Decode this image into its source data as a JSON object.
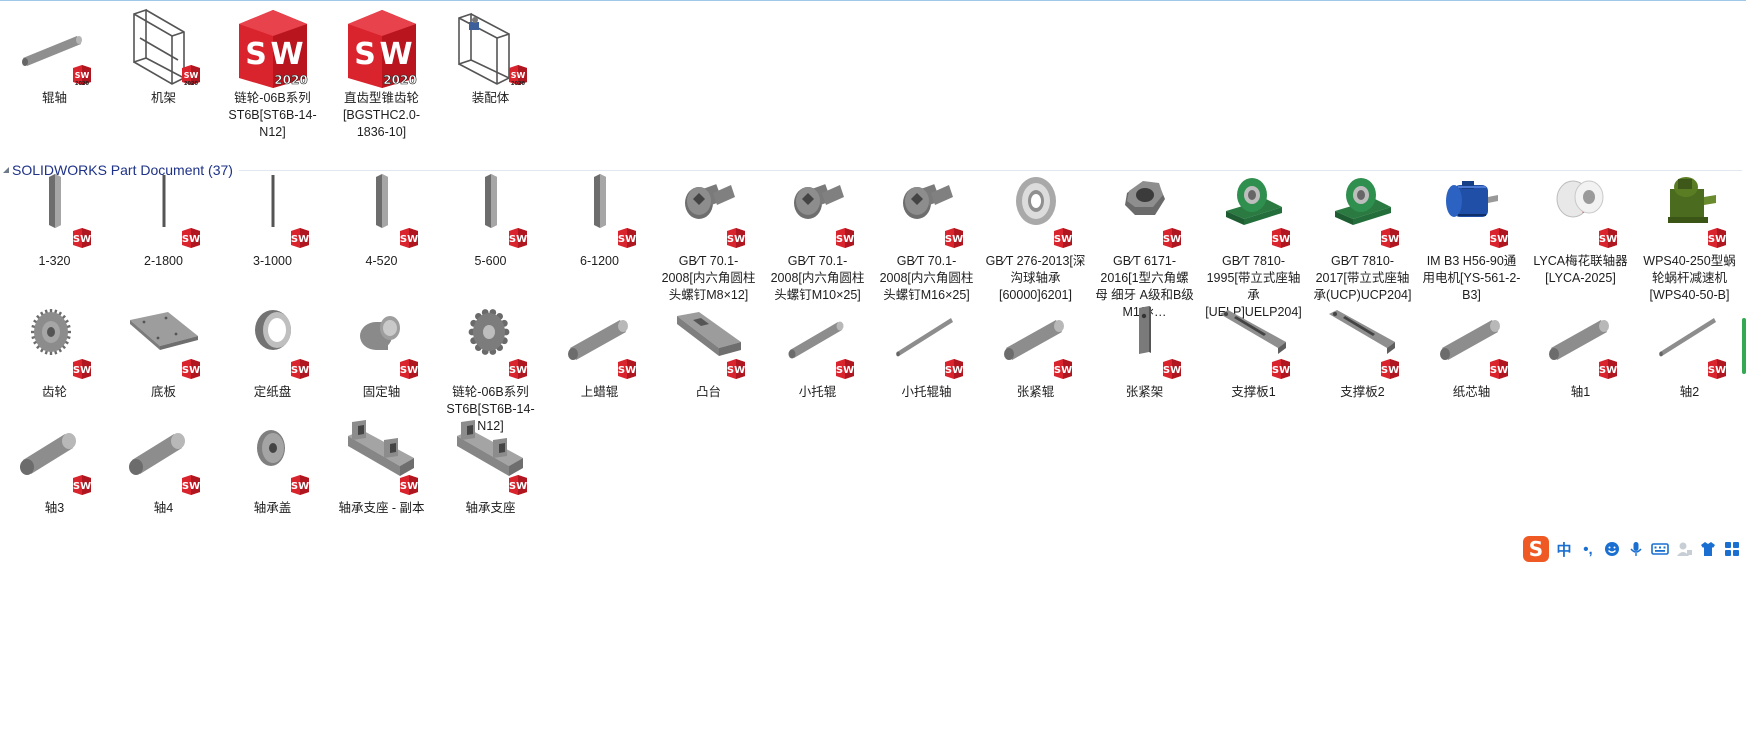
{
  "group": {
    "title": "SOLIDWORKS Part Document (37)"
  },
  "badge_year": "2020",
  "badge_text": "SW",
  "top_items": [
    {
      "label": "辊轴",
      "icon": "roller-shaft-icon",
      "kind": "asm_small"
    },
    {
      "label": "机架",
      "icon": "frame-icon",
      "kind": "asm_small"
    },
    {
      "label": "链轮-06B系列ST6B[ST6B-14-N12]",
      "icon": "sw2020-logo-icon",
      "kind": "big"
    },
    {
      "label": "直齿型锥齿轮[BGSTHC2.0-1836-10]",
      "icon": "sw2020-logo-icon",
      "kind": "big"
    },
    {
      "label": "装配体",
      "icon": "assembly-icon",
      "kind": "asm_small"
    }
  ],
  "row1": [
    {
      "label": "1-320",
      "icon": "bar-icon"
    },
    {
      "label": "2-1800",
      "icon": "thin-bar-icon"
    },
    {
      "label": "3-1000",
      "icon": "thin-bar-icon"
    },
    {
      "label": "4-520",
      "icon": "bar-icon"
    },
    {
      "label": "5-600",
      "icon": "bar-icon"
    },
    {
      "label": "6-1200",
      "icon": "bar-icon"
    },
    {
      "label": "GB∕T 70.1-2008[内六角圆柱头螺钉M8×12]",
      "icon": "socket-screw-icon"
    },
    {
      "label": "GB∕T 70.1-2008[内六角圆柱头螺钉M10×25]",
      "icon": "socket-screw-icon"
    },
    {
      "label": "GB∕T 70.1-2008[内六角圆柱头螺钉M16×25]",
      "icon": "socket-screw-icon"
    },
    {
      "label": "GB∕T 276-2013[深沟球轴承[60000]6201]",
      "icon": "bearing-icon"
    },
    {
      "label": "GB∕T 6171-2016[1型六角螺母 细牙 A级和B级M16×…",
      "icon": "hex-nut-icon"
    },
    {
      "label": "GB∕T 7810-1995[带立式座轴承[UELP]UELP204]",
      "icon": "pillow-block-icon"
    },
    {
      "label": "GB∕T 7810-2017[带立式座轴承(UCP)UCP204]",
      "icon": "pillow-block-icon"
    },
    {
      "label": "IM B3 H56-90通用电机[YS-561-2-B3]",
      "icon": "motor-icon"
    },
    {
      "label": "LYCA梅花联轴器[LYCA-2025]",
      "icon": "coupling-icon"
    },
    {
      "label": "WPS40-250型蜗轮蜗杆减速机[WPS40-50-B]",
      "icon": "gear-reducer-icon"
    }
  ],
  "row2": [
    {
      "label": "齿轮",
      "icon": "gear-icon"
    },
    {
      "label": "底板",
      "icon": "plate-icon"
    },
    {
      "label": "定纸盘",
      "icon": "ring-icon"
    },
    {
      "label": "固定轴",
      "icon": "stepped-shaft-icon"
    },
    {
      "label": "链轮-06B系列ST6B[ST6B-14-N12]",
      "icon": "sprocket-icon"
    },
    {
      "label": "上蜡辊",
      "icon": "roller-icon"
    },
    {
      "label": "凸台",
      "icon": "boss-icon"
    },
    {
      "label": "小托辊",
      "icon": "small-roller-icon"
    },
    {
      "label": "小托辊轴",
      "icon": "thin-shaft-icon"
    },
    {
      "label": "张紧辊",
      "icon": "roller-icon"
    },
    {
      "label": "张紧架",
      "icon": "bracket-icon"
    },
    {
      "label": "支撑板1",
      "icon": "slotted-plate-icon"
    },
    {
      "label": "支撑板2",
      "icon": "slotted-plate-icon"
    },
    {
      "label": "纸芯轴",
      "icon": "roller-icon"
    },
    {
      "label": "轴1",
      "icon": "roller-icon"
    },
    {
      "label": "轴2",
      "icon": "thin-shaft-icon"
    }
  ],
  "row3": [
    {
      "label": "轴3",
      "icon": "short-shaft-icon"
    },
    {
      "label": "轴4",
      "icon": "short-shaft-icon"
    },
    {
      "label": "轴承盖",
      "icon": "bearing-cover-icon"
    },
    {
      "label": "轴承支座 - 副本",
      "icon": "bearing-seat-icon"
    },
    {
      "label": "轴承支座",
      "icon": "bearing-seat-icon"
    }
  ],
  "ime": {
    "lang": "中",
    "punct": "•,",
    "items": [
      "emoji-icon",
      "microphone-icon",
      "keyboard-icon",
      "user-icon",
      "skin-icon",
      "toolbox-icon"
    ]
  },
  "colors": {
    "sw_red": "#d9232d",
    "group_title": "#1e3287",
    "part_gray": "#8c8c8c",
    "green_part": "#2f8f4e",
    "motor_blue": "#1f4fa6",
    "ime_blue": "#1a6fd1",
    "ime_orange": "#ef5a24"
  }
}
